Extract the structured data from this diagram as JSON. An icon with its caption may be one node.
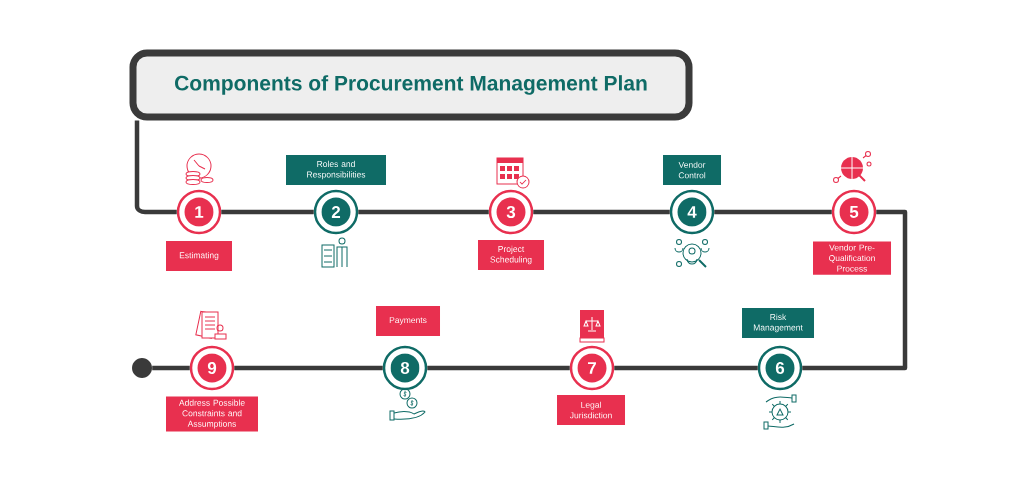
{
  "diagram": {
    "nodes": [
      {
        "text": [
          "Components of Procurement Management Plan"
        ]
      },
      {
        "text": [
          "1"
        ]
      },
      {
        "text": [
          "2"
        ]
      },
      {
        "text": [
          "3"
        ]
      },
      {
        "text": [
          "4"
        ]
      },
      {
        "text": [
          "5"
        ]
      },
      {
        "text": [
          "6"
        ]
      },
      {
        "text": [
          "7"
        ]
      },
      {
        "text": [
          "8"
        ]
      },
      {
        "text": [
          "9"
        ]
      },
      {
        "text": [
          "Estimating"
        ]
      },
      {
        "text": [
          "Roles and Responsibilities"
        ]
      },
      {
        "text": [
          "Project Scheduling"
        ]
      },
      {
        "text": [
          "Vendor Control"
        ]
      },
      {
        "text": [
          "Vendor Pre-Qualification Process"
        ]
      },
      {
        "text": [
          "Risk Management"
        ]
      },
      {
        "text": [
          "Legal Jurisdiction"
        ]
      },
      {
        "text": [
          "Payments"
        ]
      },
      {
        "text": [
          "Address Possible Constraints and Assumptions"
        ]
      },
      {
        "text": [],
        "shape": "circle"
      }
    ],
    "edges": [
      {
        "from": 0,
        "to": 1,
        "arrow": "none"
      },
      {
        "from": 1,
        "to": 2,
        "arrow": "none"
      },
      {
        "from": 2,
        "to": 3,
        "arrow": "none"
      },
      {
        "from": 3,
        "to": 4,
        "arrow": "none"
      },
      {
        "from": 4,
        "to": 5,
        "arrow": "none"
      },
      {
        "from": 5,
        "to": 6,
        "arrow": "none"
      },
      {
        "from": 6,
        "to": 7,
        "arrow": "none"
      },
      {
        "from": 7,
        "to": 8,
        "arrow": "none"
      },
      {
        "from": 8,
        "to": 9,
        "arrow": "none"
      },
      {
        "from": 9,
        "to": 19,
        "arrow": "none"
      }
    ]
  }
}
